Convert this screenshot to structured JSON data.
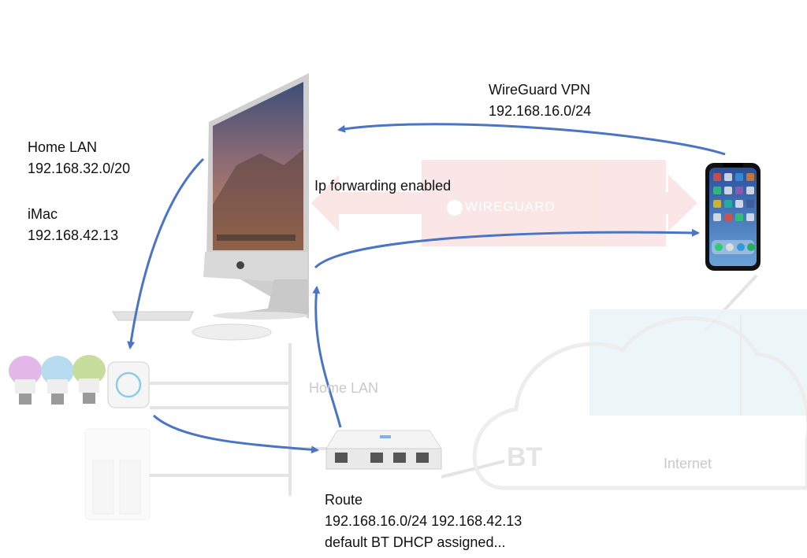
{
  "labels": {
    "home_lan_title": "Home LAN",
    "home_lan_subnet": "192.168.32.0/20",
    "imac_title": "iMac",
    "imac_ip": "192.168.42.13",
    "wireguard_title": "WireGuard VPN",
    "wireguard_subnet": "192.168.16.0/24",
    "ip_forwarding": "Ip forwarding enabled",
    "wireguard_logo": "WIREGUARD",
    "faint_home_lan": "Home LAN",
    "faint_internet": "Internet",
    "bt_logo": "BT",
    "route_title": "Route",
    "route_line1": "192.168.16.0/24 192.168.42.13",
    "route_line2": "default BT DHCP assigned..."
  },
  "colors": {
    "arrow": "#4a74c4",
    "faint_line": "#e6e6e6",
    "wireguard_band": "#f9dcdc"
  }
}
